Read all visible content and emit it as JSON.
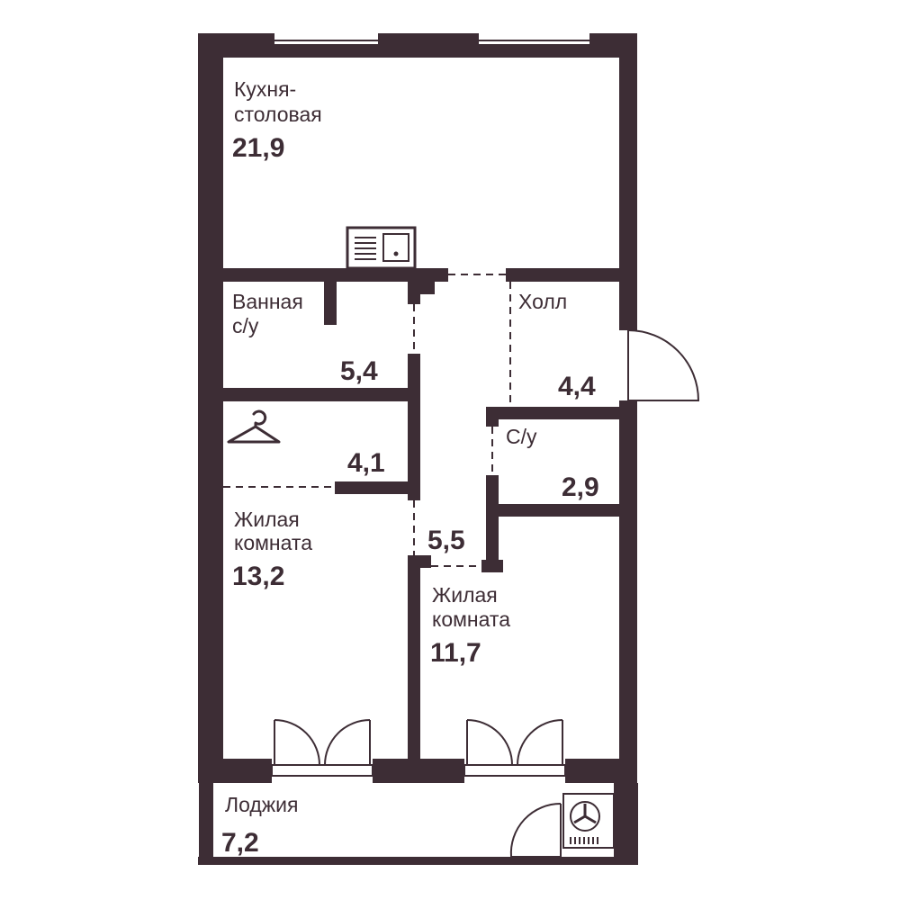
{
  "plan": {
    "wall_color": "#3d2d35",
    "background": "#ffffff",
    "rooms": {
      "kitchen": {
        "name_line1": "Кухня-",
        "name_line2": "столовая",
        "area": "21,9"
      },
      "bathroom": {
        "name_line1": "Ванная",
        "name_line2": "с/у",
        "area": "5,4"
      },
      "hall": {
        "name": "Холл",
        "area": "4,4"
      },
      "wardrobe": {
        "icon": "hanger-icon",
        "area": "4,1"
      },
      "toilet": {
        "name": "С/у",
        "area": "2,9"
      },
      "corridor": {
        "area": "5,5"
      },
      "living_room_1": {
        "name_line1": "Жилая",
        "name_line2": "комната",
        "area": "13,2"
      },
      "living_room_2": {
        "name_line1": "Жилая",
        "name_line2": "комната",
        "area": "11,7"
      },
      "loggia": {
        "name": "Лоджия",
        "area": "7,2"
      }
    },
    "icons": [
      "sink-icon",
      "hanger-icon",
      "fan-unit-icon",
      "entrance-door-icon",
      "balcony-door-icon",
      "window-icon"
    ]
  }
}
